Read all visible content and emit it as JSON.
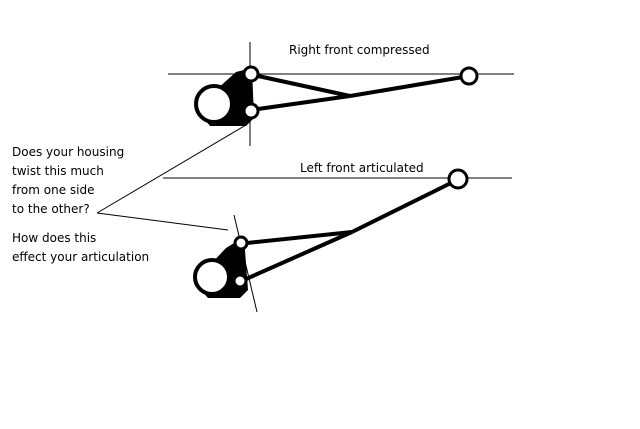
{
  "diagram": {
    "label_top": "Right front compressed",
    "label_bottom": "Left front articulated",
    "question_1_lines": [
      "Does your housing",
      "twist this much",
      "from one side",
      "to the other?"
    ],
    "question_2_lines": [
      "How does this",
      "effect your articulation"
    ],
    "ink_color": "#000000",
    "background_color": "#ffffff"
  }
}
